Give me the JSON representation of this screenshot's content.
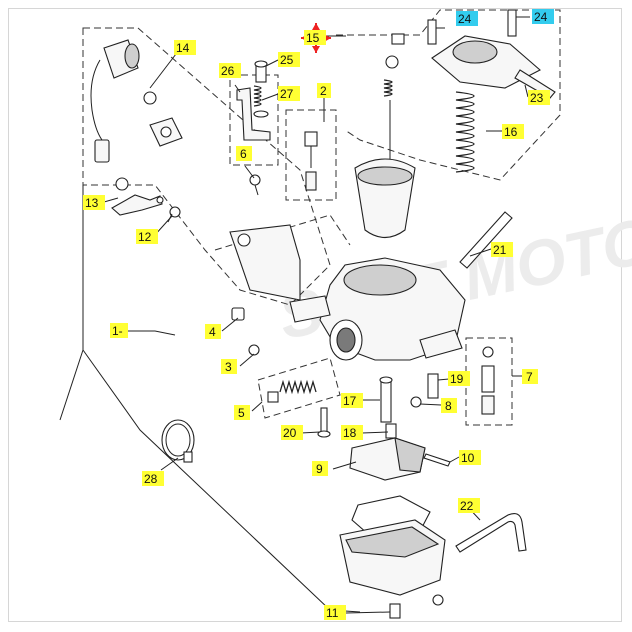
{
  "callouts": [
    {
      "id": "c1",
      "label": "1-"
    },
    {
      "id": "c2",
      "label": "2"
    },
    {
      "id": "c3",
      "label": "3"
    },
    {
      "id": "c4",
      "label": "4"
    },
    {
      "id": "c5",
      "label": "5"
    },
    {
      "id": "c6",
      "label": "6"
    },
    {
      "id": "c7",
      "label": "7"
    },
    {
      "id": "c8",
      "label": "8"
    },
    {
      "id": "c9",
      "label": "9"
    },
    {
      "id": "c10",
      "label": "10"
    },
    {
      "id": "c11",
      "label": "11"
    },
    {
      "id": "c12",
      "label": "12"
    },
    {
      "id": "c13",
      "label": "13"
    },
    {
      "id": "c14",
      "label": "14"
    },
    {
      "id": "c15",
      "label": "15"
    },
    {
      "id": "c16",
      "label": "16"
    },
    {
      "id": "c17",
      "label": "17"
    },
    {
      "id": "c18",
      "label": "18"
    },
    {
      "id": "c19",
      "label": "19"
    },
    {
      "id": "c20",
      "label": "20"
    },
    {
      "id": "c21",
      "label": "21"
    },
    {
      "id": "c22",
      "label": "22"
    },
    {
      "id": "c23",
      "label": "23"
    },
    {
      "id": "c24a",
      "label": "24"
    },
    {
      "id": "c24b",
      "label": "24"
    },
    {
      "id": "c25",
      "label": "25"
    },
    {
      "id": "c26",
      "label": "26"
    },
    {
      "id": "c27",
      "label": "27"
    },
    {
      "id": "c28",
      "label": "28"
    }
  ],
  "colors": {
    "label_highlight": "#ffff33",
    "label_highlight_alt": "#33ccee",
    "marker": "#ee2222",
    "line": "#222222",
    "watermark": "#e6e6e6"
  },
  "watermark_text": "SOFT MOTO"
}
